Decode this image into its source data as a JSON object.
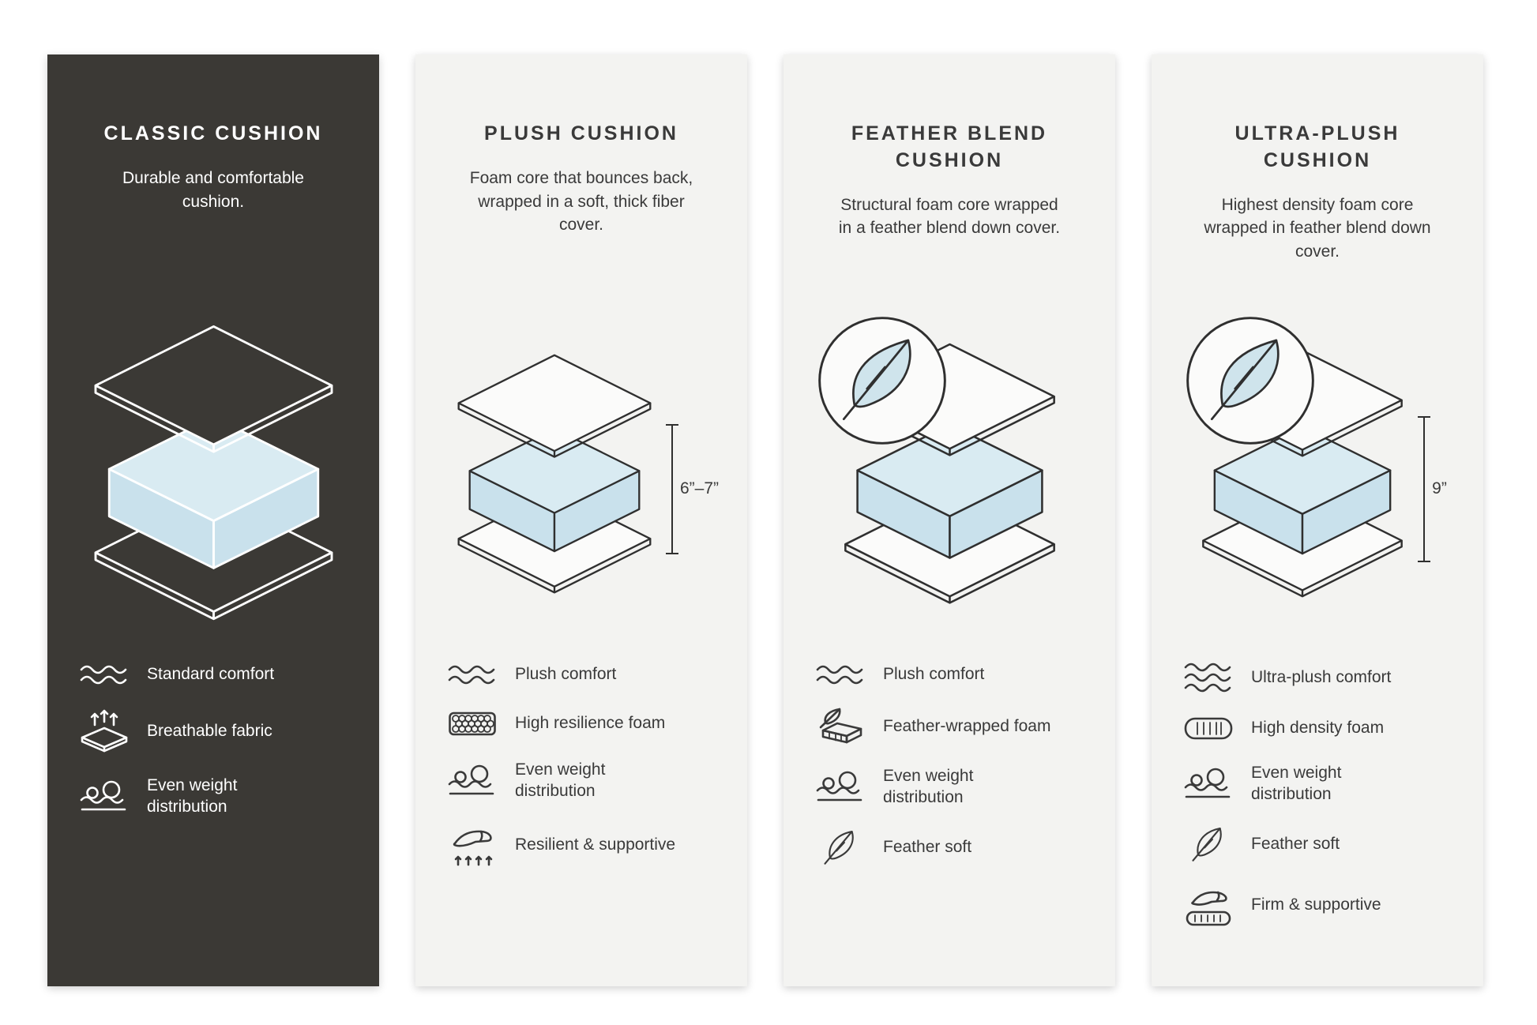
{
  "colors": {
    "page_background": "#ffffff",
    "dark_panel_background": "#3b3935",
    "light_panel_background": "#f3f3f1",
    "foam_blue": "#cfe4ec",
    "line_dark": "#2f2f2f",
    "text_on_dark": "#ffffff",
    "text_on_light": "#3a3a3a"
  },
  "panels": [
    {
      "id": "classic",
      "theme": "dark",
      "title": "CLASSIC CUSHION",
      "description": "Durable and comfortable cushion.",
      "features": [
        {
          "icon": "waves-icon",
          "label": "Standard comfort"
        },
        {
          "icon": "breathable-fabric-icon",
          "label": "Breathable fabric"
        },
        {
          "icon": "weight-distribution-icon",
          "label": "Even weight distribution"
        }
      ]
    },
    {
      "id": "plush",
      "theme": "light",
      "title": "PLUSH CUSHION",
      "description": "Foam core that bounces back, wrapped in a soft, thick fiber cover.",
      "dimension": "6”–7”",
      "features": [
        {
          "icon": "waves-icon",
          "label": "Plush comfort"
        },
        {
          "icon": "foam-cells-icon",
          "label": "High resilience foam"
        },
        {
          "icon": "weight-distribution-icon",
          "label": "Even weight distribution"
        },
        {
          "icon": "resilient-hand-icon",
          "label": "Resilient & supportive"
        }
      ]
    },
    {
      "id": "feather-blend",
      "theme": "light",
      "title": "FEATHER BLEND CUSHION",
      "description": "Structural foam core wrapped in a feather blend down cover.",
      "badge": "feather",
      "features": [
        {
          "icon": "waves-icon",
          "label": "Plush comfort"
        },
        {
          "icon": "feather-foam-icon",
          "label": "Feather-wrapped foam"
        },
        {
          "icon": "weight-distribution-icon",
          "label": "Even weight distribution"
        },
        {
          "icon": "feather-icon",
          "label": "Feather soft"
        }
      ]
    },
    {
      "id": "ultra-plush",
      "theme": "light",
      "title": "ULTRA-PLUSH CUSHION",
      "description": "Highest density foam core wrapped in feather blend down cover.",
      "badge": "feather",
      "dimension": "9”",
      "features": [
        {
          "icon": "waves-icon",
          "label": "Ultra-plush comfort"
        },
        {
          "icon": "density-foam-icon",
          "label": "High density foam"
        },
        {
          "icon": "weight-distribution-icon",
          "label": "Even weight distribution"
        },
        {
          "icon": "feather-icon",
          "label": "Feather soft"
        },
        {
          "icon": "firm-hand-icon",
          "label": "Firm & supportive"
        }
      ]
    }
  ]
}
